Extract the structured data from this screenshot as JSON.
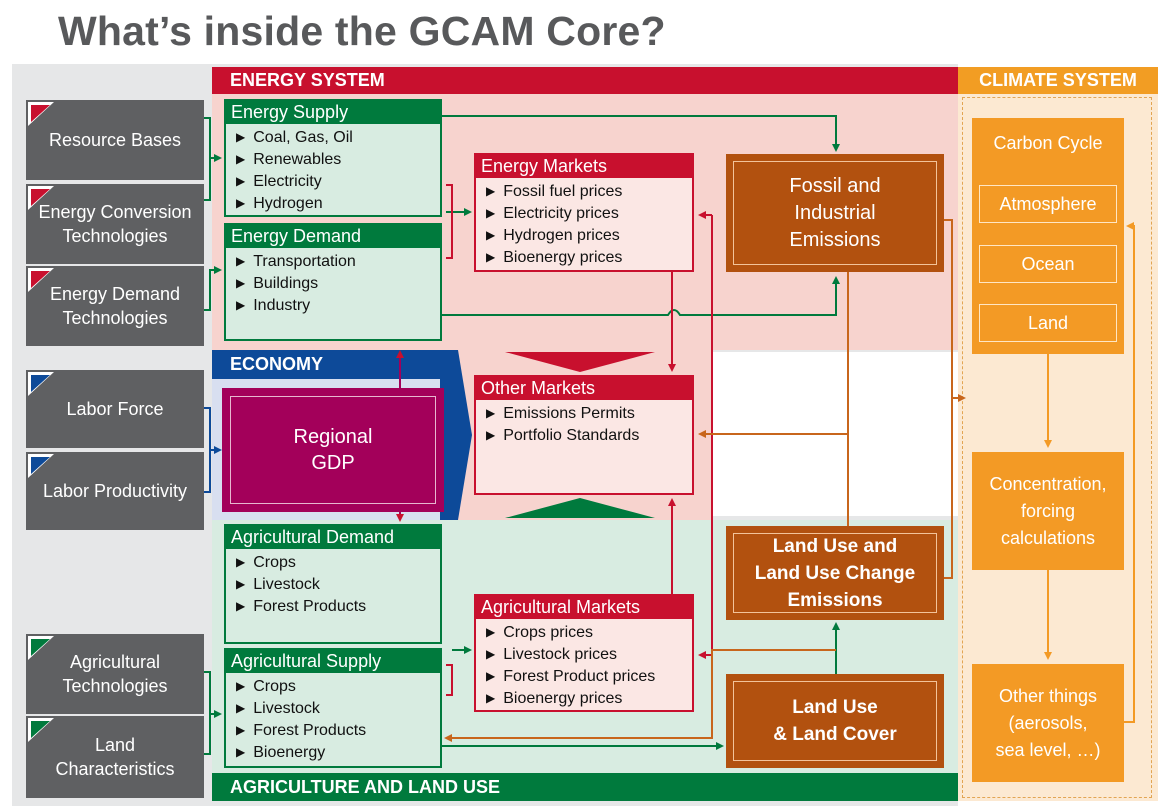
{
  "title": "What’s inside the GCAM Core?",
  "sections": {
    "energy": "ENERGY SYSTEM",
    "economy": "ECONOMY",
    "agriculture": "AGRICULTURE AND LAND USE",
    "climate": "CLIMATE SYSTEM"
  },
  "inputs": {
    "resource_bases": "Resource Bases",
    "energy_conversion_1": "Energy Conversion",
    "energy_conversion_2": "Technologies",
    "energy_demand_tech_1": "Energy Demand",
    "energy_demand_tech_2": "Technologies",
    "labor_force": "Labor Force",
    "labor_productivity": "Labor Productivity",
    "agricultural_tech_1": "Agricultural",
    "agricultural_tech_2": "Technologies",
    "land_characteristics_1": "Land",
    "land_characteristics_2": "Characteristics"
  },
  "energy_supply": {
    "title": "Energy Supply",
    "items": [
      "Coal, Gas, Oil",
      "Renewables",
      "Electricity",
      "Hydrogen"
    ]
  },
  "energy_demand": {
    "title": "Energy Demand",
    "items": [
      "Transportation",
      "Buildings",
      "Industry"
    ]
  },
  "energy_markets": {
    "title": "Energy Markets",
    "items": [
      "Fossil fuel prices",
      "Electricity prices",
      "Hydrogen prices",
      "Bioenergy prices"
    ]
  },
  "other_markets": {
    "title": "Other Markets",
    "items": [
      "Emissions Permits",
      "Portfolio Standards"
    ]
  },
  "regional_gdp": {
    "line1": "Regional",
    "line2": "GDP"
  },
  "agricultural_demand": {
    "title": "Agricultural Demand",
    "items": [
      "Crops",
      "Livestock",
      "Forest Products"
    ]
  },
  "agricultural_supply": {
    "title": "Agricultural Supply",
    "items": [
      "Crops",
      "Livestock",
      "Forest Products",
      "Bioenergy"
    ]
  },
  "agricultural_markets": {
    "title": "Agricultural Markets",
    "items": [
      "Crops prices",
      "Livestock prices",
      "Forest Product prices",
      "Bioenergy prices"
    ]
  },
  "emissions": {
    "fossil_1": "Fossil and",
    "fossil_2": "Industrial",
    "fossil_3": "Emissions",
    "luc_1": "Land Use and",
    "luc_2": "Land Use Change",
    "luc_3": "Emissions",
    "cover_1": "Land Use",
    "cover_2": "& Land Cover"
  },
  "climate": {
    "carbon_cycle": "Carbon Cycle",
    "atmosphere": "Atmosphere",
    "ocean": "Ocean",
    "land": "Land",
    "concentration_1": "Concentration,",
    "concentration_2": "forcing",
    "concentration_3": "calculations",
    "other_1": "Other things",
    "other_2": "(aerosols,",
    "other_3": "sea level, …)"
  },
  "colors": {
    "energy": "#c8102e",
    "economy": "#0d4a99",
    "agriculture": "#007a3d",
    "climate": "#f29d23",
    "emissions": "#b2510f",
    "gdp": "#a3005a",
    "input_box": "#5f6062"
  }
}
